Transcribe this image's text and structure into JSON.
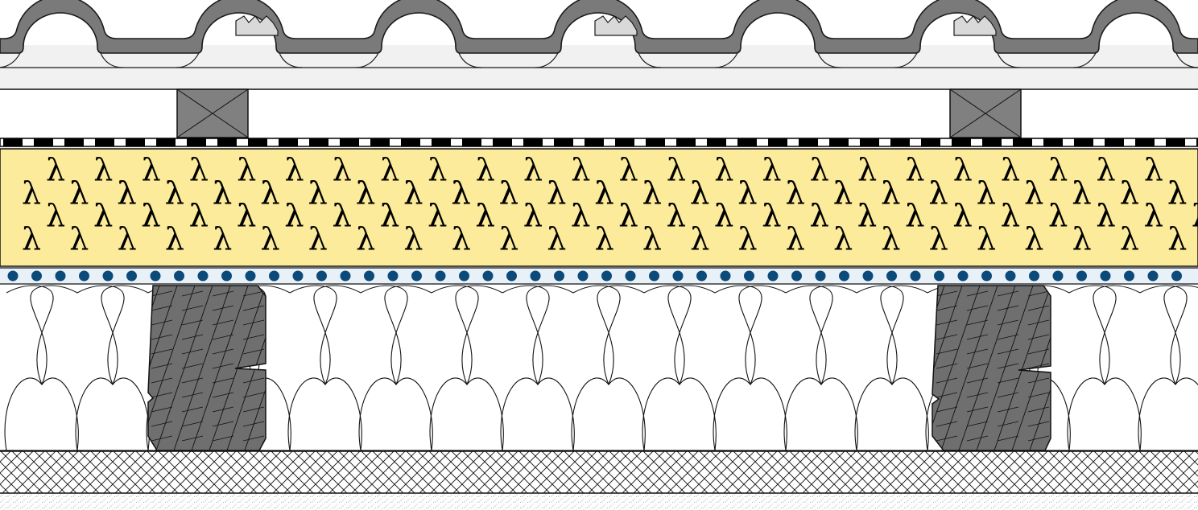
{
  "diagram": {
    "type": "roof-construction-cross-section",
    "insulation_symbol": "λ",
    "colors": {
      "tile": "#7a7a7a",
      "tile_outline": "#1a1a1a",
      "tile_underlay": "#f1f1f1",
      "batten": "#808080",
      "insulation_board": "#fbeb9a",
      "membrane_dark": "#000000",
      "vapour_dots": "#0c4a7a",
      "vapour_band": "#e8f1f8",
      "rafter": "#6f6f6f",
      "grain": "#111111"
    },
    "layers": [
      {
        "id": "roof-tiles",
        "material": "tile"
      },
      {
        "id": "tile-underlay",
        "material": "tile_underlay"
      },
      {
        "id": "counter-battens",
        "material": "batten"
      },
      {
        "id": "underlay-membrane",
        "material": "membrane_dark"
      },
      {
        "id": "insulation-board",
        "material": "insulation_board"
      },
      {
        "id": "vapour-control-layer",
        "material": "vapour_dots"
      },
      {
        "id": "mineral-wool-insulation",
        "material": "none"
      },
      {
        "id": "rafters",
        "material": "rafter"
      },
      {
        "id": "ceiling-board",
        "material": "crosshatch"
      },
      {
        "id": "plaster-layer",
        "material": "speckle"
      }
    ]
  }
}
